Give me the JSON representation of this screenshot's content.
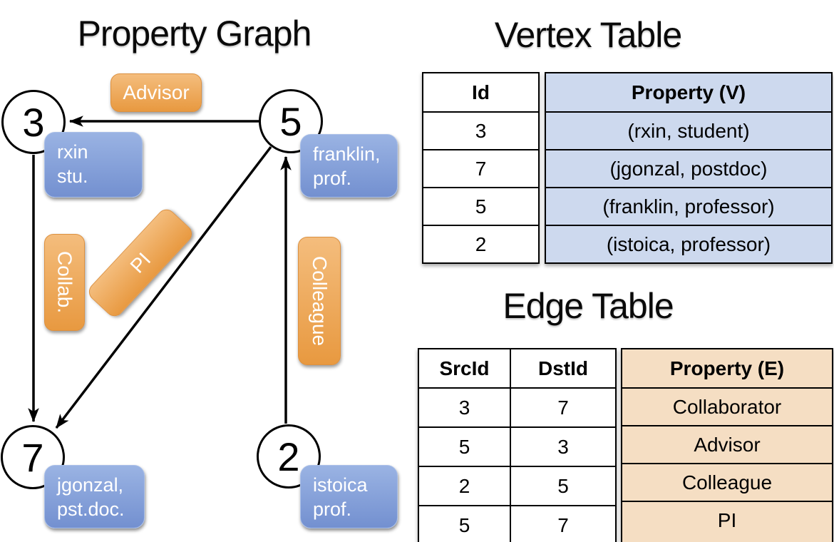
{
  "titles": {
    "graph": "Property Graph",
    "vertex_table": "Vertex Table",
    "edge_table": "Edge Table"
  },
  "graph": {
    "nodes": [
      {
        "id": "3",
        "line1": "rxin",
        "line2": "stu."
      },
      {
        "id": "5",
        "line1": "franklin,",
        "line2": "prof."
      },
      {
        "id": "7",
        "line1": "jgonzal,",
        "line2": "pst.doc."
      },
      {
        "id": "2",
        "line1": "istoica",
        "line2": "prof."
      }
    ],
    "edges": [
      {
        "label": "Advisor",
        "src": "5",
        "dst": "3"
      },
      {
        "label": "Collab.",
        "src": "3",
        "dst": "7"
      },
      {
        "label": "PI",
        "src": "5",
        "dst": "7"
      },
      {
        "label": "Colleague",
        "src": "2",
        "dst": "5"
      }
    ]
  },
  "vertex_table": {
    "columns": [
      "Id",
      "Property (V)"
    ],
    "rows": [
      [
        "3",
        "(rxin, student)"
      ],
      [
        "7",
        "(jgonzal, postdoc)"
      ],
      [
        "5",
        "(franklin, professor)"
      ],
      [
        "2",
        "(istoica, professor)"
      ]
    ]
  },
  "edge_table": {
    "columns": [
      "SrcId",
      "DstId",
      "Property (E)"
    ],
    "rows": [
      [
        "3",
        "7",
        "Collaborator"
      ],
      [
        "5",
        "3",
        "Advisor"
      ],
      [
        "2",
        "5",
        "Colleague"
      ],
      [
        "5",
        "7",
        "PI"
      ]
    ]
  },
  "colors": {
    "edge_label_orange_top": "#f4bd7d",
    "edge_label_orange_bottom": "#e89940",
    "vertex_label_blue_top": "#9ab3e3",
    "vertex_label_blue_bottom": "#7390d0",
    "vertex_property_column_fill": "#cdd9ee",
    "edge_property_column_fill": "#f5dec3",
    "line_color": "#000000"
  }
}
